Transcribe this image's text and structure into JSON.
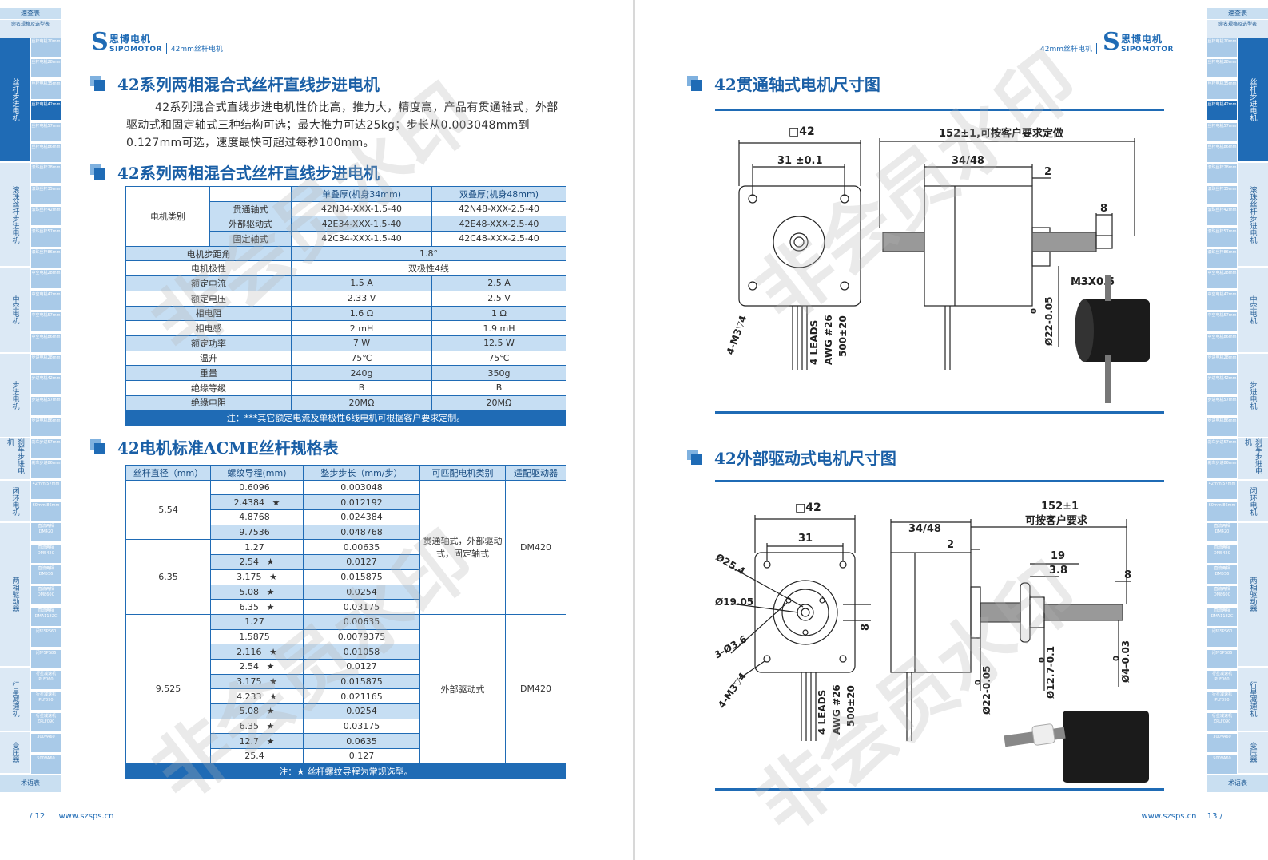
{
  "left": {
    "brand": {
      "mark": "S",
      "cn": "思博电机",
      "en": "SIPOMOTOR",
      "sub": "42mm丝杆电机"
    },
    "section1_title": "42系列两相混合式丝杆直线步进电机",
    "intro": "42系列混合式直线步进电机性价比高，推力大，精度高，产品有贯通轴式，外部驱动式和固定轴式三种结构可选；最大推力可达25kg；步长从0.003048mm到0.127mm可选，速度最快可超过每秒100mm。",
    "section2_title": "42系列两相混合式丝杆直线步进电机",
    "spec_table": {
      "col1": "单叠厚(机身34mm)",
      "col2": "双叠厚(机身48mm)",
      "motor_type_label": "电机类别",
      "types": [
        {
          "name": "贯通轴式",
          "a": "42N34-XXX-1.5-40",
          "b": "42N48-XXX-2.5-40"
        },
        {
          "name": "外部驱动式",
          "a": "42E34-XXX-1.5-40",
          "b": "42E48-XXX-2.5-40"
        },
        {
          "name": "固定轴式",
          "a": "42C34-XXX-1.5-40",
          "b": "42C48-XXX-2.5-40"
        }
      ],
      "step_angle_label": "电机步距角",
      "step_angle": "1.8°",
      "polarity_label": "电机极性",
      "polarity": "双极性4线",
      "rows": [
        {
          "label": "额定电流",
          "a": "1.5 A",
          "b": "2.5 A"
        },
        {
          "label": "额定电压",
          "a": "2.33 V",
          "b": "2.5 V"
        },
        {
          "label": "相电阻",
          "a": "1.6 Ω",
          "b": "1 Ω"
        },
        {
          "label": "相电感",
          "a": "2 mH",
          "b": "1.9 mH"
        },
        {
          "label": "额定功率",
          "a": "7 W",
          "b": "12.5 W"
        },
        {
          "label": "温升",
          "a": "75℃",
          "b": "75℃"
        },
        {
          "label": "重量",
          "a": "240g",
          "b": "350g"
        },
        {
          "label": "绝缘等级",
          "a": "B",
          "b": "B"
        },
        {
          "label": "绝缘电阻",
          "a": "20MΩ",
          "b": "20MΩ"
        }
      ],
      "note": "注：***其它额定电流及单极性6线电机可根据客户要求定制。"
    },
    "section3_title": "42电机标准ACME丝杆规格表",
    "acme_table": {
      "headers": [
        "丝杆直径（mm）",
        "螺纹导程(mm)",
        "整步步长（mm/步）",
        "可匹配电机类别",
        "适配驱动器"
      ],
      "groups": [
        {
          "diameter": "5.54",
          "rows": [
            {
              "lead": "0.6096",
              "star": "",
              "step": "0.003048"
            },
            {
              "lead": "2.4384",
              "star": "★",
              "step": "0.012192"
            },
            {
              "lead": "4.8768",
              "star": "",
              "step": "0.024384"
            },
            {
              "lead": "9.7536",
              "star": "",
              "step": "0.048768"
            }
          ]
        },
        {
          "diameter": "6.35",
          "rows": [
            {
              "lead": "1.27",
              "star": "",
              "step": "0.00635"
            },
            {
              "lead": "2.54",
              "star": "★",
              "step": "0.0127"
            },
            {
              "lead": "3.175",
              "star": "★",
              "step": "0.015875"
            },
            {
              "lead": "5.08",
              "star": "★",
              "step": "0.0254"
            },
            {
              "lead": "6.35",
              "star": "★",
              "step": "0.03175"
            }
          ]
        },
        {
          "diameter": "9.525",
          "rows": [
            {
              "lead": "1.27",
              "star": "",
              "step": "0.00635"
            },
            {
              "lead": "1.5875",
              "star": "",
              "step": "0.0079375"
            },
            {
              "lead": "2.116",
              "star": "★",
              "step": "0.01058"
            },
            {
              "lead": "2.54",
              "star": "★",
              "step": "0.0127"
            },
            {
              "lead": "3.175",
              "star": "★",
              "step": "0.015875"
            },
            {
              "lead": "4.233",
              "star": "★",
              "step": "0.021165"
            },
            {
              "lead": "5.08",
              "star": "★",
              "step": "0.0254"
            },
            {
              "lead": "6.35",
              "star": "★",
              "step": "0.03175"
            },
            {
              "lead": "12.7",
              "star": "★",
              "step": "0.0635"
            },
            {
              "lead": "25.4",
              "star": "",
              "step": "0.127"
            }
          ]
        }
      ],
      "motor_type_1": "贯通轴式，外部驱动式，固定轴式",
      "driver_1": "DM420",
      "motor_type_2": "外部驱动式",
      "driver_2": "DM420",
      "note": "注：★ 丝杆螺纹导程为常规选型。"
    },
    "footer_page": "/ 12",
    "footer_url": "www.szsps.cn",
    "watermark": "非会员水印"
  },
  "right": {
    "brand": {
      "mark": "S",
      "cn": "思博电机",
      "en": "SIPOMOTOR",
      "sub": "42mm丝杆电机"
    },
    "section1_title": "42贯通轴式电机尺寸图",
    "section2_title": "42外部驱动式电机尺寸图",
    "dwg1": {
      "sq": "□42",
      "w31": "31 ±0.1",
      "len": "152±1,可按客户要求定做",
      "body": "34/48",
      "d2": "2",
      "d8": "8",
      "m3": "M3X0.5",
      "hole": "4-M3▽4",
      "leads": "4 LEADS",
      "awg": "AWG #26",
      "l500": "500±20",
      "dia": "Ø22-0.05",
      "dia0": "0"
    },
    "dwg2": {
      "sq": "□42",
      "w31": "31",
      "len1": "152±1",
      "len2": "可按客户要求",
      "body": "34/48",
      "d2": "2",
      "d19": "19",
      "d38": "3.8",
      "d8": "8",
      "d8b": "8",
      "c254": "Ø25.4",
      "c1905": "Ø19.05",
      "c36": "3-Ø3.6",
      "hole": "4-M3▽4",
      "leads": "4 LEADS",
      "awg": "AWG #26",
      "l500": "500±20",
      "dia22": "Ø22-0.05",
      "dia127": "Ø12.7-0.1",
      "dia4": "Ø4-0.03",
      "z": "0"
    },
    "footer_page": "13 /",
    "footer_url": "www.szsps.cn",
    "watermark": "非会员水印"
  },
  "nav": {
    "top": "速查表",
    "mid": "命名规格及选型表",
    "bottom": "术语表",
    "groups": [
      "丝杆步进电机",
      "滚珠丝杆步进电机",
      "中空电机",
      "步进电机",
      "刹车步进电机",
      "闭环电机",
      "两相驱动器",
      "行星减速机",
      "变压器"
    ],
    "subs": [
      "丝杆电机20mm",
      "丝杆电机28mm",
      "丝杆电机35mm",
      "丝杆电机42mm",
      "丝杆电机57mm",
      "丝杆电机86mm",
      "滚珠丝杆28mm",
      "滚珠丝杆35mm",
      "滚珠丝杆42mm",
      "滚珠丝杆57mm",
      "滚珠丝杆86mm",
      "中空电机28mm",
      "中空电机42mm",
      "中空电机57mm",
      "中空电机86mm",
      "步进电机28mm",
      "步进电机42mm",
      "步进电机57mm",
      "步进电机86mm",
      "刹车步进57mm",
      "刹车步进86mm",
      "42mm 57mm",
      "60mm 86mm",
      "直流两相DM420",
      "直流两相DM542C",
      "直流两相DM556",
      "直流两相DM860C",
      "直流两相DMA1182C",
      "闭环SPS60",
      "闭环SPS86",
      "行星减速机PLF060",
      "行星减速机PLF090",
      "行星减速机ZPLF090",
      "300VA60",
      "500VA60"
    ]
  },
  "colors": {
    "brand": "#1f6bb5",
    "light": "#c6def3"
  }
}
